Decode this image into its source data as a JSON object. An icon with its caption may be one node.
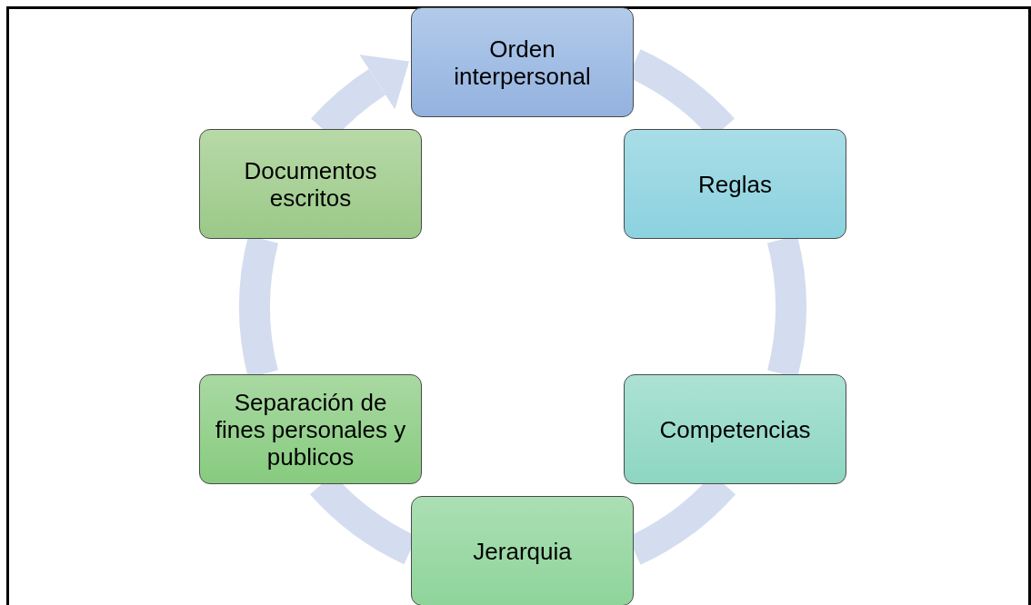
{
  "diagram": {
    "nodes": [
      {
        "text": [
          "Orden interpersonal"
        ]
      },
      {
        "text": [
          "Reglas"
        ]
      },
      {
        "text": [
          "Competencias"
        ]
      },
      {
        "text": [
          "Jerarquia"
        ]
      },
      {
        "text": [
          "Separación de fines personales y publicos"
        ]
      },
      {
        "text": [
          "Documentos escritos"
        ]
      }
    ],
    "edges": [
      {
        "from": 0,
        "to": 1,
        "arrow": "none"
      },
      {
        "from": 1,
        "to": 2,
        "arrow": "none"
      },
      {
        "from": 2,
        "to": 3,
        "arrow": "none"
      },
      {
        "from": 3,
        "to": 4,
        "arrow": "none"
      },
      {
        "from": 4,
        "to": 5,
        "arrow": "none"
      },
      {
        "from": 5,
        "to": 0,
        "arrow": "to"
      }
    ]
  }
}
